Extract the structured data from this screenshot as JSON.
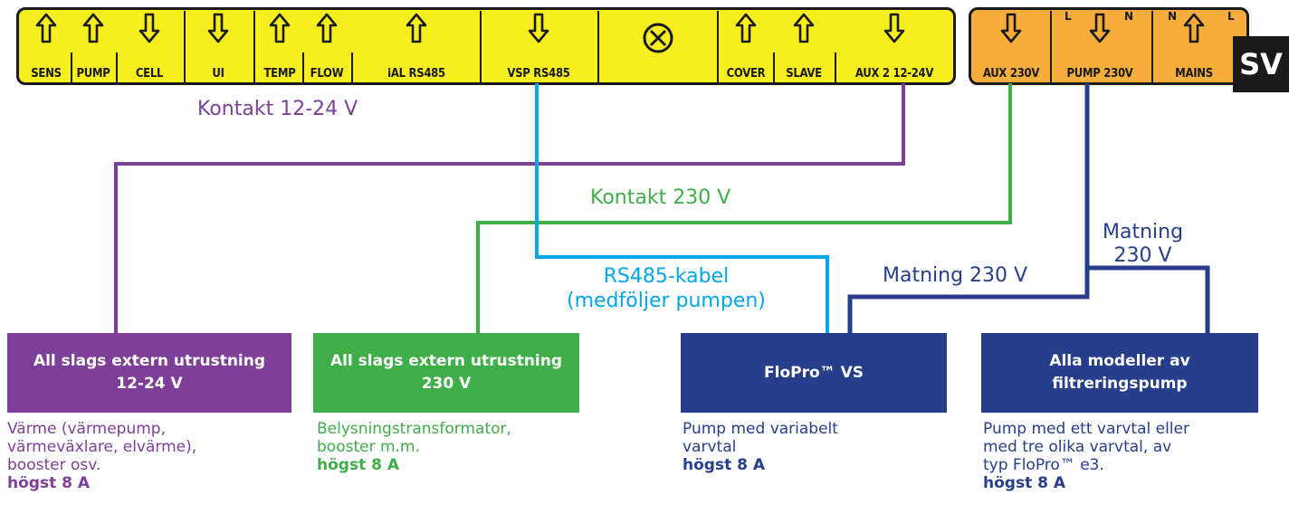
{
  "terminals_low_voltage": [
    {
      "label": "SENS",
      "direction": "up"
    },
    {
      "label": "PUMP",
      "direction": "up"
    },
    {
      "label": "CELL",
      "direction": "down"
    },
    {
      "label": "UI",
      "direction": "down"
    },
    {
      "label": "TEMP",
      "direction": "up"
    },
    {
      "label": "FLOW",
      "direction": "up"
    },
    {
      "label": "iAL RS485",
      "direction": "up"
    },
    {
      "label": "VSP RS485",
      "direction": "down"
    },
    {
      "label": "",
      "direction": "cross"
    },
    {
      "label": "COVER",
      "direction": "up"
    },
    {
      "label": "SLAVE",
      "direction": "up"
    },
    {
      "label": "AUX 2 12-24V",
      "direction": "down"
    }
  ],
  "terminals_mains": [
    {
      "label": "AUX 230V",
      "direction": "down"
    },
    {
      "label": "PUMP 230V",
      "direction": "down"
    },
    {
      "label": "MAINS",
      "direction": "up"
    }
  ],
  "pole_marks": {
    "l": "L",
    "n": "N"
  },
  "language_badge": "SV",
  "wire_labels": {
    "contact_low": "Kontakt 12-24 V",
    "contact_mains": "Kontakt 230 V",
    "rs485_line1": "RS485-kabel",
    "rs485_line2": "(medföljer pumpen)",
    "supply_vs": "Matning 230 V",
    "supply_filter_line1": "Matning",
    "supply_filter_line2": "230 V"
  },
  "boxes": [
    {
      "title": "All slags extern utrustning",
      "subtitle": "12-24 V",
      "desc_lines": [
        "Värme (värmepump,",
        "värmeväxlare, elvärme),",
        "booster osv."
      ],
      "rating": "högst 8 A"
    },
    {
      "title": "All slags extern utrustning",
      "subtitle": "230 V",
      "desc_lines": [
        "Belysningstransformator,",
        "booster m.m."
      ],
      "rating": "högst 8 A"
    },
    {
      "title": "FloPro™ VS",
      "subtitle": "",
      "desc_lines": [
        "Pump med variabelt",
        "varvtal"
      ],
      "rating": "högst 8 A"
    },
    {
      "title": "Alla modeller av",
      "subtitle": "filtreringspump",
      "desc_lines": [
        "Pump med ett varvtal eller",
        "med tre olika varvtal, av",
        "typ FloPro™ e3."
      ],
      "rating": "högst 8 A"
    }
  ],
  "colors": {
    "strip_low": "#f7ee1f",
    "strip_mains": "#f6ad3c",
    "purple": "#7e3f98",
    "green": "#3fae49",
    "cyan": "#00a6e8",
    "navy": "#263e8c",
    "dark": "#1a1a1a"
  }
}
